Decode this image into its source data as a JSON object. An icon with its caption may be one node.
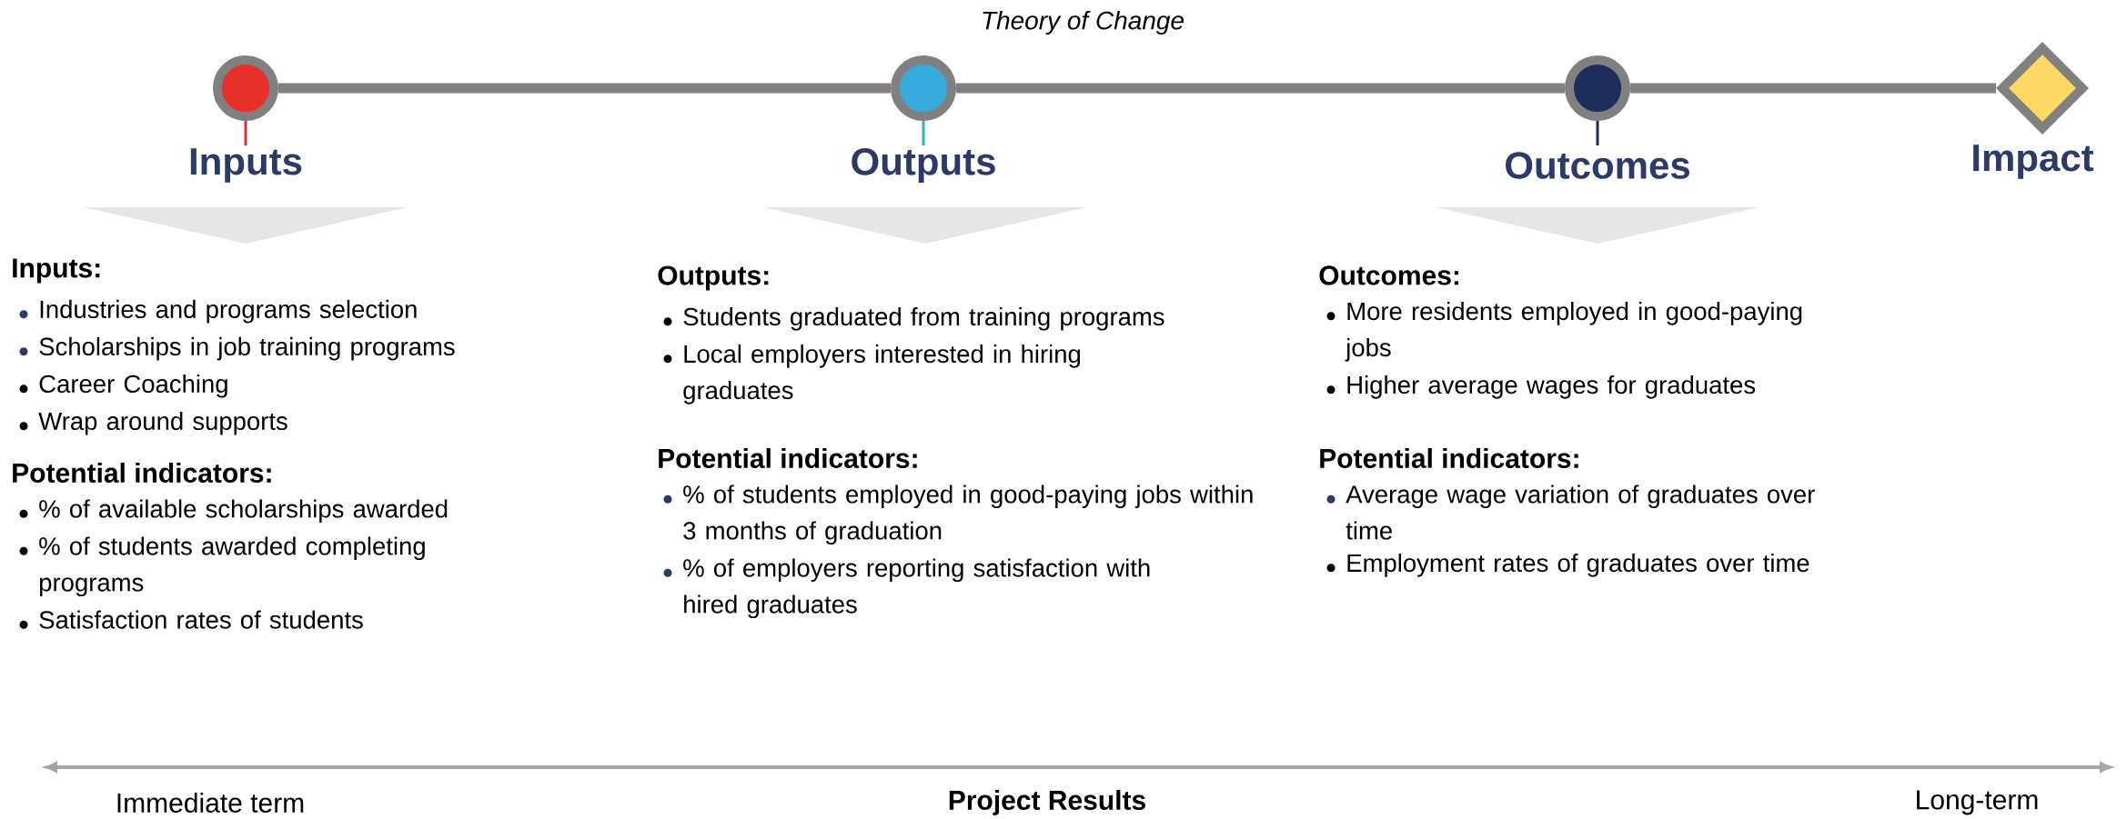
{
  "diagram": {
    "title": "Theory of Change",
    "nodes": [
      {
        "text": [
          "Inputs"
        ]
      },
      {
        "text": [
          "Outputs"
        ]
      },
      {
        "text": [
          "Outcomes"
        ]
      },
      {
        "text": [
          "Impact"
        ]
      }
    ],
    "edges": [
      {
        "from": 0,
        "to": 1,
        "arrow": "none"
      },
      {
        "from": 1,
        "to": 2,
        "arrow": "none"
      },
      {
        "from": 2,
        "to": 3,
        "arrow": "none"
      }
    ],
    "labels": [
      "Inputs:",
      "Industries and programs selection",
      "Scholarships in job training programs",
      "Career Coaching",
      "Wrap around supports",
      "Potential indicators:",
      "% of available scholarships awarded",
      "% of students awarded completing programs",
      "Satisfaction rates of students",
      "Outputs:",
      "Students graduated from training programs",
      "Local employers interested in hiring graduates",
      "Potential indicators:",
      "% of students employed in good-paying jobs within 3 months of graduation",
      "% of employers reporting satisfaction with hired graduates",
      "Outcomes:",
      "More residents employed in good-paying jobs",
      "Higher average wages for graduates",
      "Potential indicators:",
      "Average wage variation of graduates over time",
      "Employment rates of graduates over time",
      "Immediate term",
      "Project Results",
      "Long-term"
    ]
  }
}
